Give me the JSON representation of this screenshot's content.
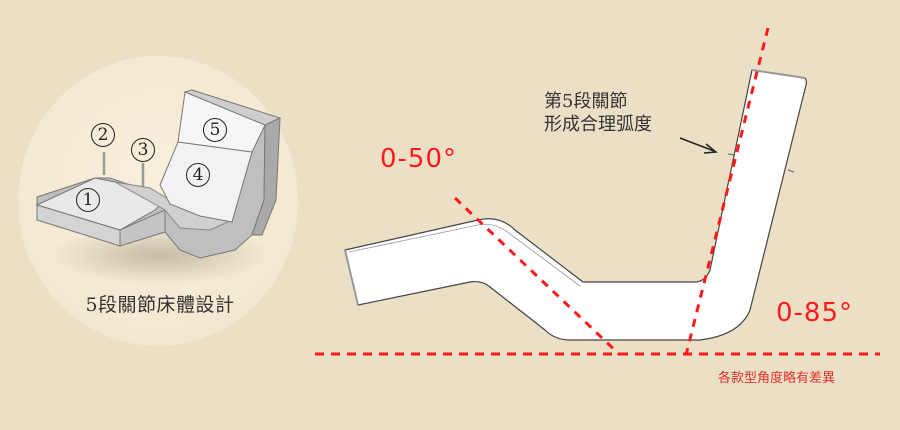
{
  "left_panel": {
    "caption": "5段關節床體設計",
    "segments": [
      "1",
      "2",
      "3",
      "4",
      "5"
    ]
  },
  "right_panel": {
    "note_line1": "第5段關節",
    "note_line2": "形成合理弧度",
    "angle_leg": "0-50°",
    "angle_back": "0-85°",
    "disclaimer": "各款型角度略有差異"
  },
  "colors": {
    "background": "#ebe0c6",
    "circle": "#f5ecd7",
    "accent_red": "#ff1a1a",
    "text": "#333333"
  }
}
